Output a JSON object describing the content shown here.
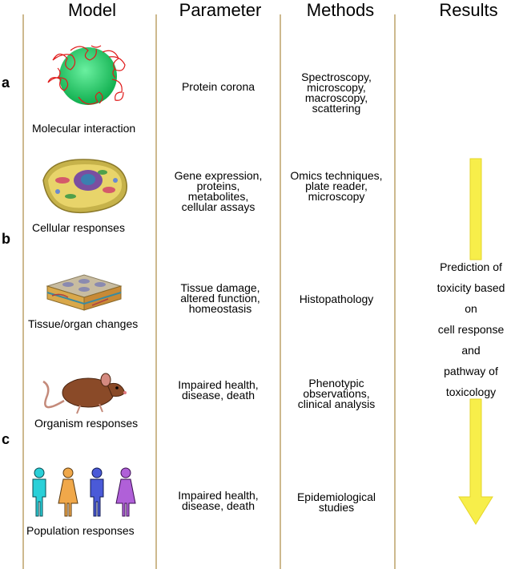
{
  "headers": [
    "Model",
    "Parameter",
    "Methods",
    "Results"
  ],
  "row_letters": [
    "a",
    "b",
    "c"
  ],
  "rows": [
    {
      "model": "Molecular interaction",
      "parameter": [
        "Protein corona"
      ],
      "methods": [
        "Spectroscopy,",
        "microscopy,",
        "macroscopy,",
        "scattering"
      ]
    },
    {
      "model": "Cellular responses",
      "parameter": [
        "Gene expression,",
        "proteins,",
        "metabolites,",
        "cellular assays"
      ],
      "methods": [
        "Omics techniques,",
        "plate reader,",
        "microscopy"
      ]
    },
    {
      "model": "Tissue/organ changes",
      "parameter": [
        "Tissue damage,",
        "altered function,",
        "homeostasis"
      ],
      "methods": [
        "Histopathology"
      ]
    },
    {
      "model": "Organism responses",
      "parameter": [
        "Impaired health,",
        "disease, death"
      ],
      "methods": [
        "Phenotypic",
        "observations,",
        "clinical analysis"
      ]
    },
    {
      "model": "Population responses",
      "parameter": [
        "Impaired health,",
        "disease, death"
      ],
      "methods": [
        "Epidemiological",
        "studies"
      ]
    }
  ],
  "results": [
    "Prediction of",
    "toxicity based",
    "on",
    "cell response",
    "and",
    "pathway of",
    "toxicology"
  ],
  "colors": {
    "divider": "#cdb98e",
    "arrow": "#f7ee4a",
    "arrow_stroke": "#e6d62a"
  },
  "icons": [
    "protein-corona-icon",
    "cell-icon",
    "tissue-icon",
    "mouse-icon",
    "people-icon"
  ]
}
